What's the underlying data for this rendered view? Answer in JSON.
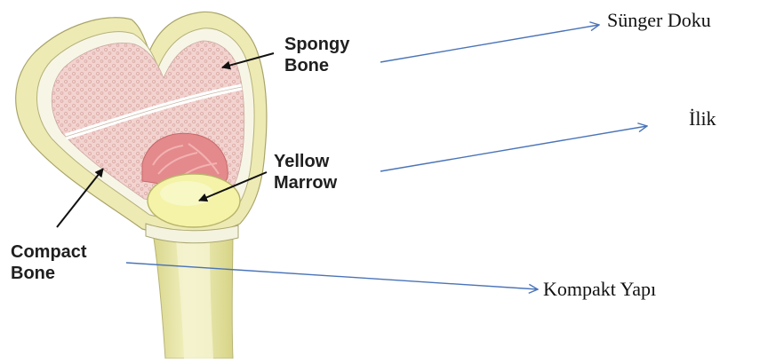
{
  "figure": {
    "labels_en": {
      "spongy_bone": "Spongy\nBone",
      "yellow_marrow": "Yellow\nMarrow",
      "compact_bone": "Compact\nBone"
    },
    "labels_tr": {
      "sunger_doku": "Sünger Doku",
      "ilik": "İlik",
      "kompakt_yapi": "Kompakt Yapı"
    }
  },
  "colors": {
    "bone_outer": "#eeeab4",
    "bone_shaft": "#ecebb0",
    "compact_layer": "#f7f6e6",
    "spongy_fill": "#f2d3cf",
    "spongy_dots": "#d9a9a4",
    "red_marrow": "#e48a8c",
    "yellow_marrow": "#f4f3a8",
    "callout_line": "#4a74b8",
    "pointer_arrow": "#111111"
  }
}
